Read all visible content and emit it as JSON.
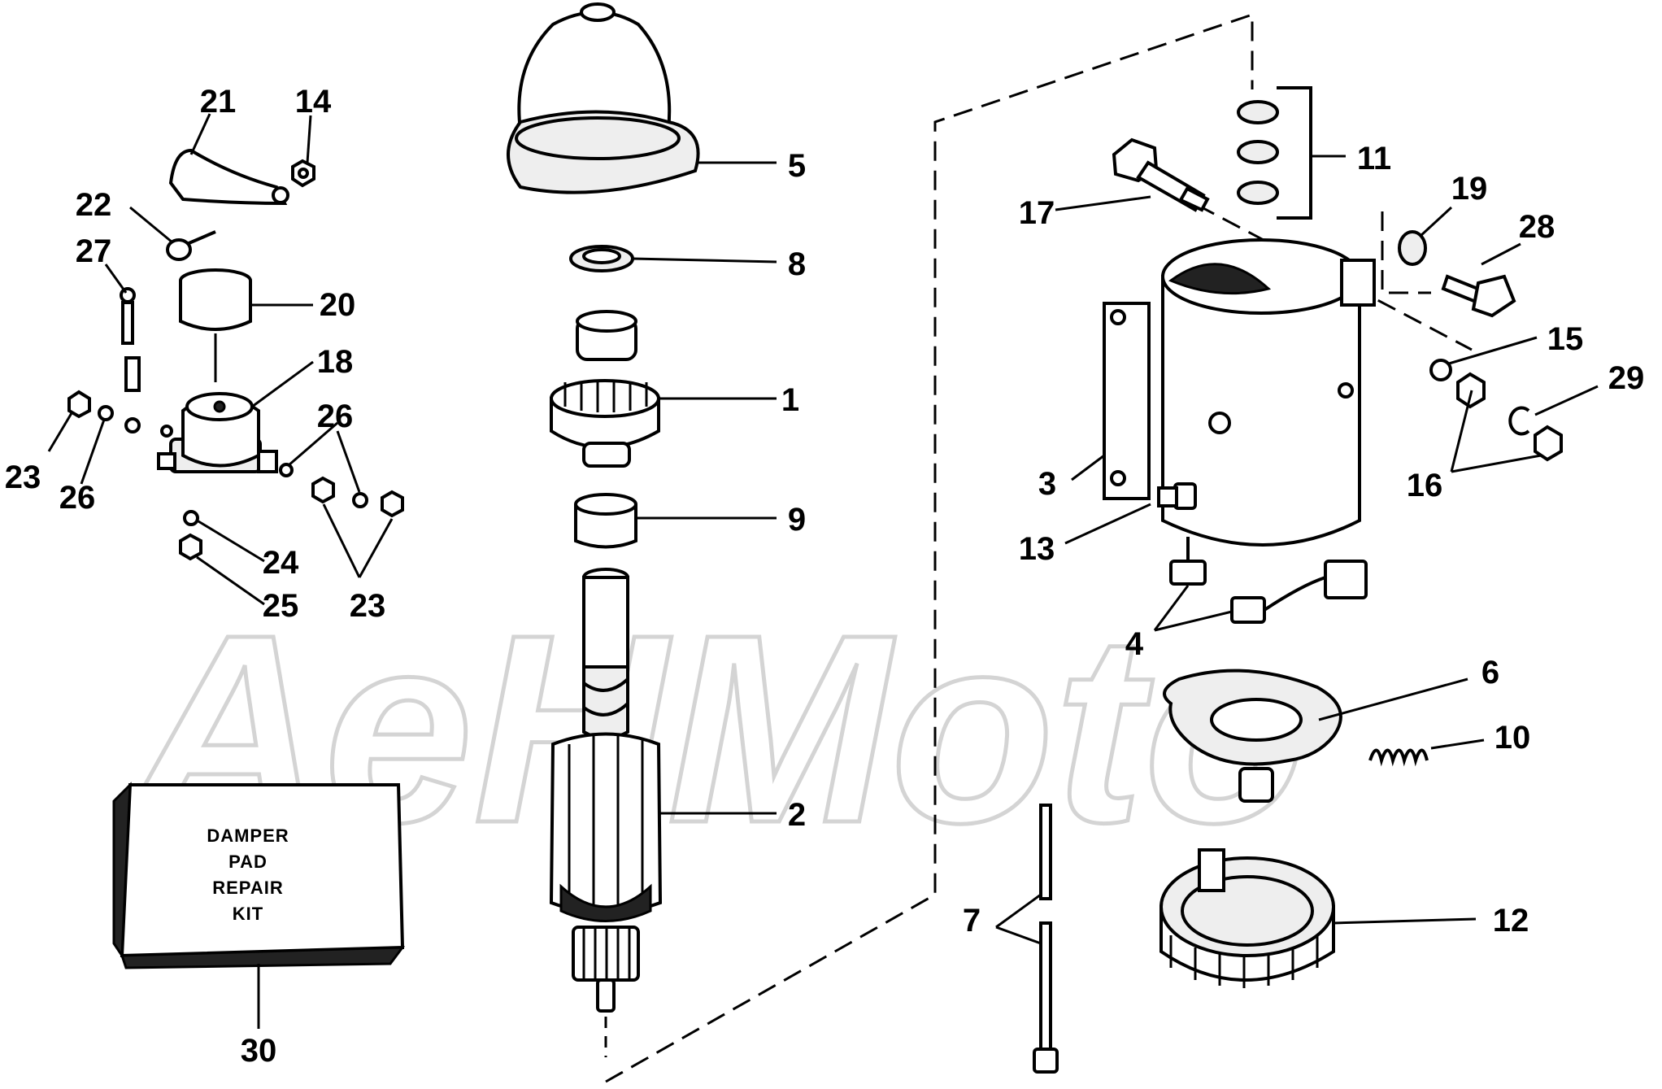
{
  "watermark": "AeHMoto",
  "kit_label": [
    "DAMPER",
    "PAD",
    "REPAIR",
    "KIT"
  ],
  "callouts": {
    "n1": "1",
    "n2": "2",
    "n3": "3",
    "n4": "4",
    "n5": "5",
    "n6": "6",
    "n7": "7",
    "n8": "8",
    "n9": "9",
    "n10": "10",
    "n11": "11",
    "n12": "12",
    "n13": "13",
    "n14": "14",
    "n15": "15",
    "n16": "16",
    "n17": "17",
    "n18": "18",
    "n19": "19",
    "n20": "20",
    "n21": "21",
    "n22": "22",
    "n23": "23",
    "n24": "24",
    "n25": "25",
    "n26": "26",
    "n27": "27",
    "n28": "28",
    "n29": "29",
    "n30": "30"
  }
}
